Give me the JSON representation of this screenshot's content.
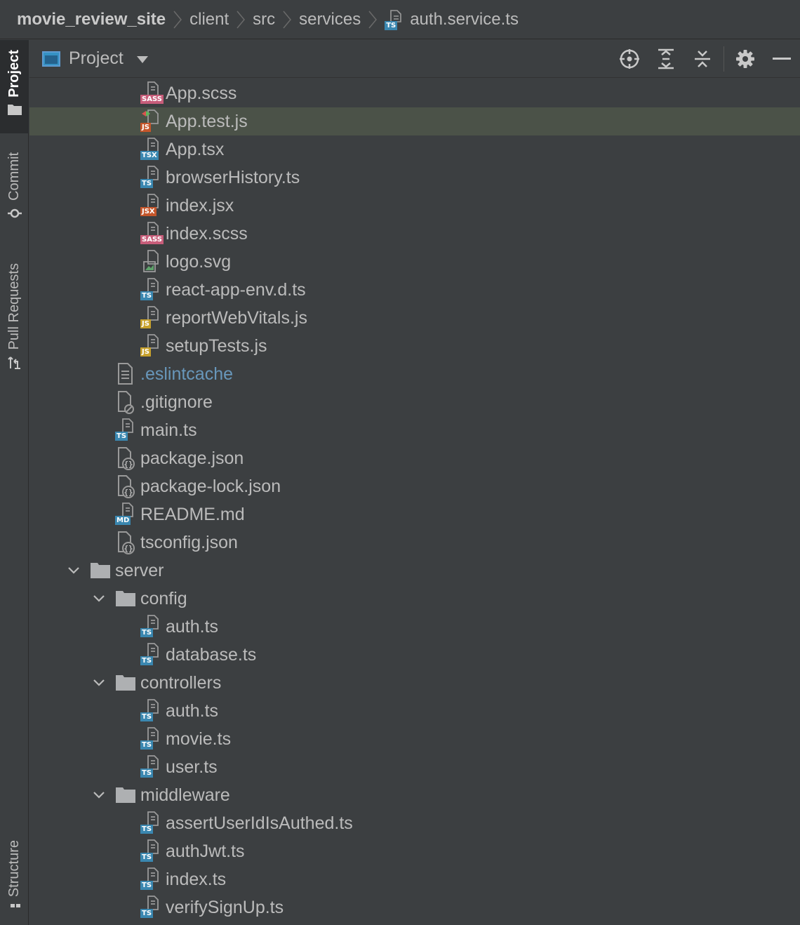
{
  "breadcrumb": {
    "items": [
      {
        "label": "movie_review_site"
      },
      {
        "label": "client"
      },
      {
        "label": "src"
      },
      {
        "label": "services"
      },
      {
        "label": "auth.service.ts",
        "badge": "TS"
      }
    ]
  },
  "toolstrip": {
    "tabs": [
      {
        "label": "Project",
        "icon": "folder-icon",
        "active": true
      },
      {
        "label": "Commit",
        "icon": "commit-icon"
      },
      {
        "label": "Pull Requests",
        "icon": "pull-request-icon"
      },
      {
        "label": "Structure",
        "icon": "structure-icon"
      }
    ]
  },
  "panel": {
    "title": "Project",
    "actions": [
      "locate-icon",
      "expand-all-icon",
      "collapse-all-icon",
      "gear-icon",
      "minimize-icon"
    ]
  },
  "colors": {
    "ts": "#3a87b0",
    "js": "#c7a12c",
    "jsx": "#c5562b",
    "sass": "#c75d7a",
    "md": "#3a87b0",
    "selection": "#4b5248",
    "modified": "#6897bb"
  },
  "tree": [
    {
      "name": "App.scss",
      "depth": 4,
      "icon": "sass",
      "badge": "SASS"
    },
    {
      "name": "App.test.js",
      "depth": 4,
      "icon": "test",
      "badge": "JS",
      "selected": true
    },
    {
      "name": "App.tsx",
      "depth": 4,
      "icon": "tsx",
      "badge": "TSX"
    },
    {
      "name": "browserHistory.ts",
      "depth": 4,
      "icon": "ts",
      "badge": "TS"
    },
    {
      "name": "index.jsx",
      "depth": 4,
      "icon": "jsx",
      "badge": "JSX"
    },
    {
      "name": "index.scss",
      "depth": 4,
      "icon": "sass",
      "badge": "SASS"
    },
    {
      "name": "logo.svg",
      "depth": 4,
      "icon": "image"
    },
    {
      "name": "react-app-env.d.ts",
      "depth": 4,
      "icon": "ts",
      "badge": "TS"
    },
    {
      "name": "reportWebVitals.js",
      "depth": 4,
      "icon": "js",
      "badge": "JS"
    },
    {
      "name": "setupTests.js",
      "depth": 4,
      "icon": "js",
      "badge": "JS"
    },
    {
      "name": ".eslintcache",
      "depth": 3,
      "icon": "text",
      "modified": true
    },
    {
      "name": ".gitignore",
      "depth": 3,
      "icon": "ignore"
    },
    {
      "name": "main.ts",
      "depth": 3,
      "icon": "ts",
      "badge": "TS"
    },
    {
      "name": "package.json",
      "depth": 3,
      "icon": "json"
    },
    {
      "name": "package-lock.json",
      "depth": 3,
      "icon": "json"
    },
    {
      "name": "README.md",
      "depth": 3,
      "icon": "md",
      "badge": "MD"
    },
    {
      "name": "tsconfig.json",
      "depth": 3,
      "icon": "json"
    },
    {
      "name": "server",
      "depth": 2,
      "icon": "folder",
      "expanded": true
    },
    {
      "name": "config",
      "depth": 3,
      "icon": "folder",
      "expanded": true
    },
    {
      "name": "auth.ts",
      "depth": 4,
      "icon": "ts",
      "badge": "TS"
    },
    {
      "name": "database.ts",
      "depth": 4,
      "icon": "ts",
      "badge": "TS"
    },
    {
      "name": "controllers",
      "depth": 3,
      "icon": "folder",
      "expanded": true
    },
    {
      "name": "auth.ts",
      "depth": 4,
      "icon": "ts",
      "badge": "TS"
    },
    {
      "name": "movie.ts",
      "depth": 4,
      "icon": "ts",
      "badge": "TS"
    },
    {
      "name": "user.ts",
      "depth": 4,
      "icon": "ts",
      "badge": "TS"
    },
    {
      "name": "middleware",
      "depth": 3,
      "icon": "folder",
      "expanded": true
    },
    {
      "name": "assertUserIdIsAuthed.ts",
      "depth": 4,
      "icon": "ts",
      "badge": "TS"
    },
    {
      "name": "authJwt.ts",
      "depth": 4,
      "icon": "ts",
      "badge": "TS"
    },
    {
      "name": "index.ts",
      "depth": 4,
      "icon": "ts",
      "badge": "TS"
    },
    {
      "name": "verifySignUp.ts",
      "depth": 4,
      "icon": "ts",
      "badge": "TS"
    }
  ]
}
